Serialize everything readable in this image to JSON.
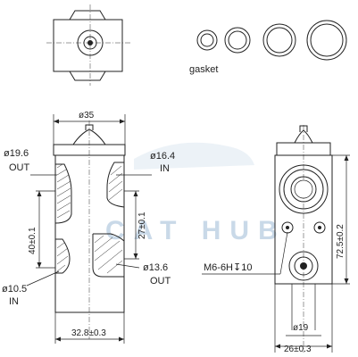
{
  "watermark": {
    "text": "CAT HUB"
  },
  "gasket": {
    "label": "gasket"
  },
  "front_view": {
    "top_width": "ø35",
    "out_port": {
      "diameter": "ø19.6",
      "direction": "OUT"
    },
    "in_port_top": {
      "diameter": "ø16.4",
      "direction": "IN"
    },
    "height_40": "40±0.1",
    "height_27": "27±0.1",
    "out_port_lower": {
      "diameter": "ø13.6",
      "direction": "OUT"
    },
    "in_port_lower": {
      "diameter": "ø10.5",
      "direction": "IN"
    },
    "bottom_width": "32.8±0.3"
  },
  "side_view": {
    "thread": "M6-6H",
    "thread_depth": "10",
    "height": "72.5±0.2",
    "port_diameter": "ø19",
    "width": "26±0.3"
  },
  "colors": {
    "line": "#222222",
    "watermark": "#c9d9e8"
  }
}
